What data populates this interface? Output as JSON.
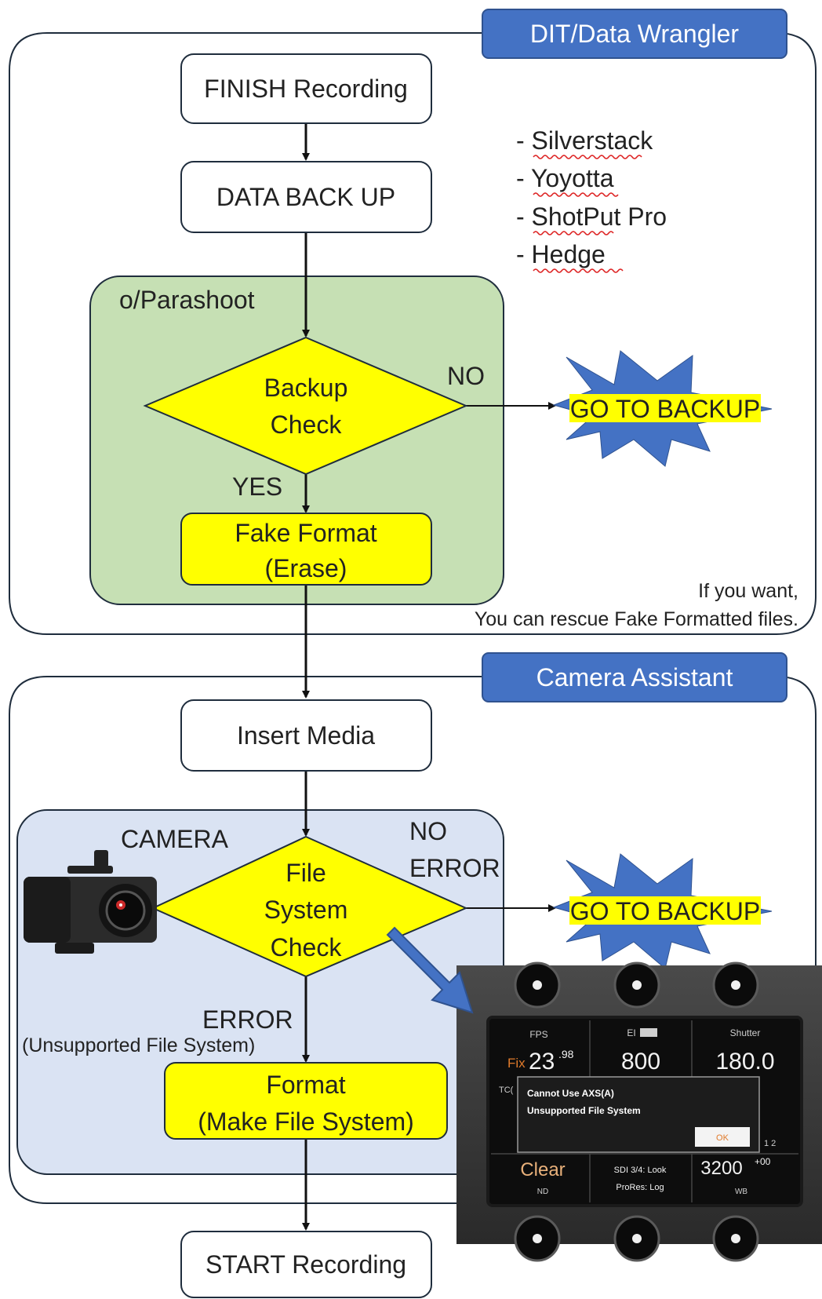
{
  "sections": {
    "dit": "DIT/Data Wrangler",
    "camera": "Camera Assistant"
  },
  "steps": {
    "finish": "FINISH Recording",
    "backup": "DATA BACK UP",
    "fake_format_l1": "Fake Format",
    "fake_format_l2": "(Erase)",
    "insert": "Insert Media",
    "format_l1": "Format",
    "format_l2": "(Make File System)",
    "start": "START Recording"
  },
  "tools": [
    "- Silverstack",
    "- Yoyotta",
    "- ShotPut Pro",
    "- Hedge"
  ],
  "green_group_label": "o/Parashoot",
  "decisions": {
    "backup_check_l1": "Backup",
    "backup_check_l2": "Check",
    "backup_no": "NO",
    "backup_yes": "YES",
    "fs_check_l1": "File",
    "fs_check_l2": "System",
    "fs_check_l3": "Check",
    "fs_no_l1": "NO",
    "fs_no_l2": "ERROR",
    "fs_error": "ERROR",
    "fs_error_detail": "(Unsupported File System)"
  },
  "alerts": {
    "go_to_backup": "GO TO BACKUP"
  },
  "camera_label": "CAMERA",
  "rescue_note_l1": "If you want,",
  "rescue_note_l2": "You can rescue Fake Formatted files.",
  "camera_screen": {
    "fps_label": "FPS",
    "fps_prefix": "Fix",
    "fps_value": "23",
    "fps_decimal": ".98",
    "ei_label": "EI",
    "ei_value": "800",
    "shutter_label": "Shutter",
    "shutter_value": "180.0",
    "tc_label": "TC(",
    "dialog_l1": "Cannot Use AXS(A)",
    "dialog_l2": "Unsupported File System",
    "ok_label": "OK",
    "page_indicator": "1 2",
    "nd_value": "Clear",
    "nd_label": "ND",
    "sdi_text": "SDI 3/4: Look",
    "prores_text": "ProRes: Log",
    "wb_value": "3200",
    "wb_offset": "+00",
    "wb_label": "WB"
  },
  "colors": {
    "section_tab": "#4472c4",
    "green_group": "#c6e0b4",
    "blue_group": "#dae3f3",
    "decision_fill": "#ffff00",
    "arrow_blue": "#4472c4"
  }
}
